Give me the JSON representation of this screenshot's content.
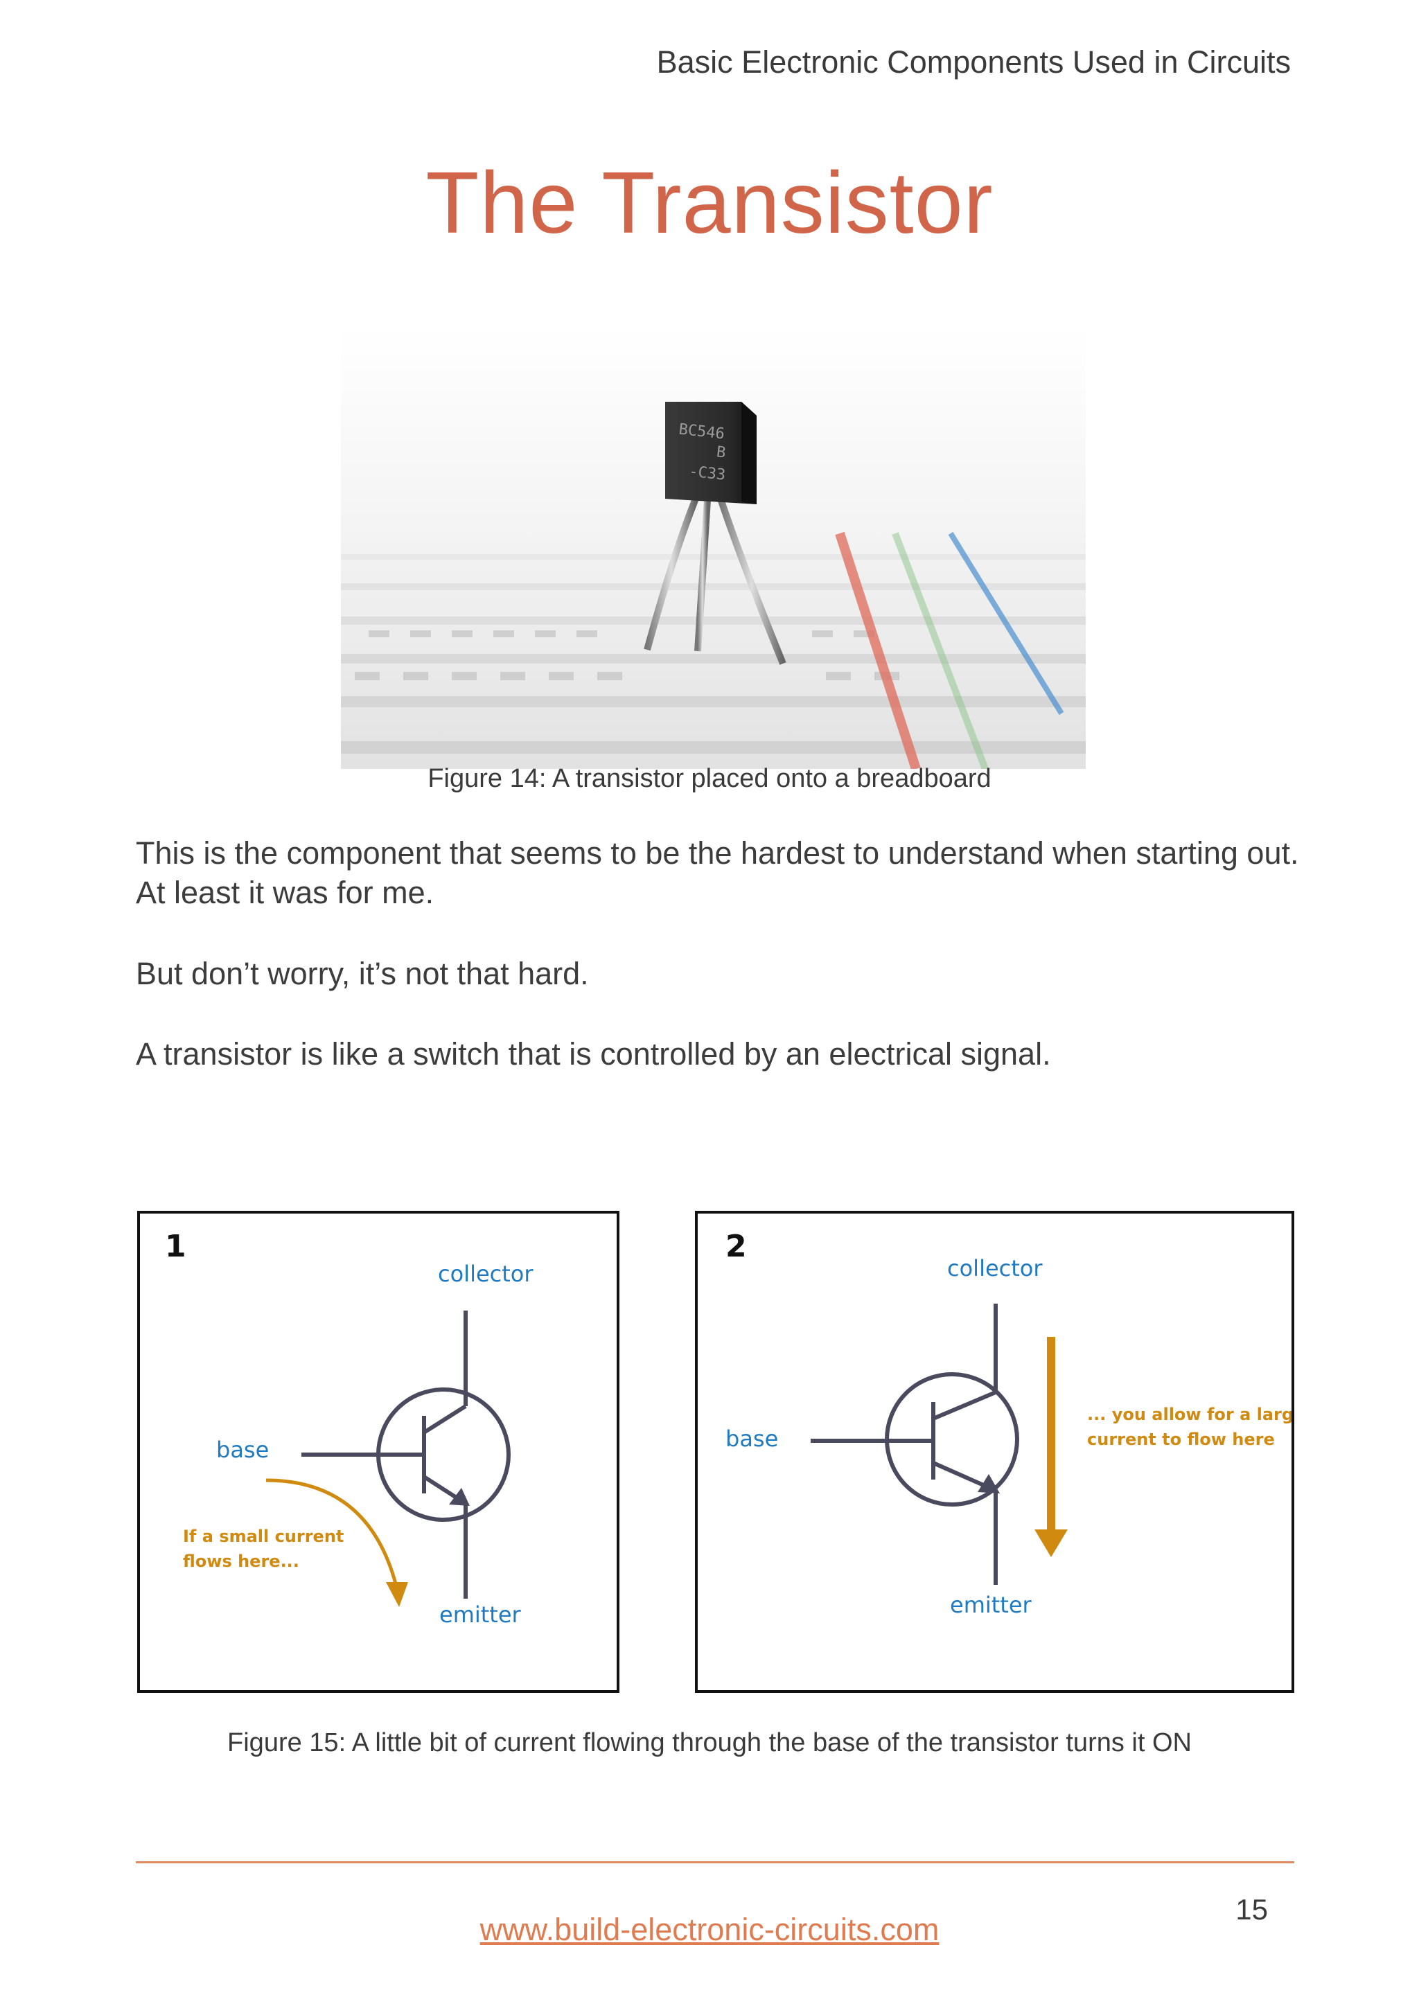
{
  "header": {
    "running_title": "Basic Electronic Components Used in Circuits"
  },
  "section": {
    "title": "The Transistor"
  },
  "figure14": {
    "photo_label": "BC546\nB\n-C33",
    "caption": "Figure 14: A transistor placed onto a breadboard"
  },
  "paragraphs": [
    "This is the component that seems to be the hardest to understand when starting out. At least it was for me.",
    "But don’t worry, it’s not that hard.",
    "A transistor is like a switch that is controlled by an electrical signal."
  ],
  "figure15": {
    "panel1": {
      "number": "1",
      "collector": "collector",
      "base": "base",
      "emitter": "emitter",
      "note_line1": "If a small current",
      "note_line2": "flows here..."
    },
    "panel2": {
      "number": "2",
      "collector": "collector",
      "base": "base",
      "emitter": "emitter",
      "note_line1": "... you allow for a larger",
      "note_line2": "current to flow here"
    },
    "caption": "Figure 15: A little bit of current flowing through the base of the transistor turns it ON"
  },
  "footer": {
    "url": "www.build-electronic-circuits.com",
    "page_number": "15"
  },
  "colors": {
    "title": "#d0654a",
    "label_blue": "#1f7ac2",
    "annotation_orange": "#d08a10",
    "symbol": "#4a4a5e",
    "footer_link": "#e07b4f"
  }
}
